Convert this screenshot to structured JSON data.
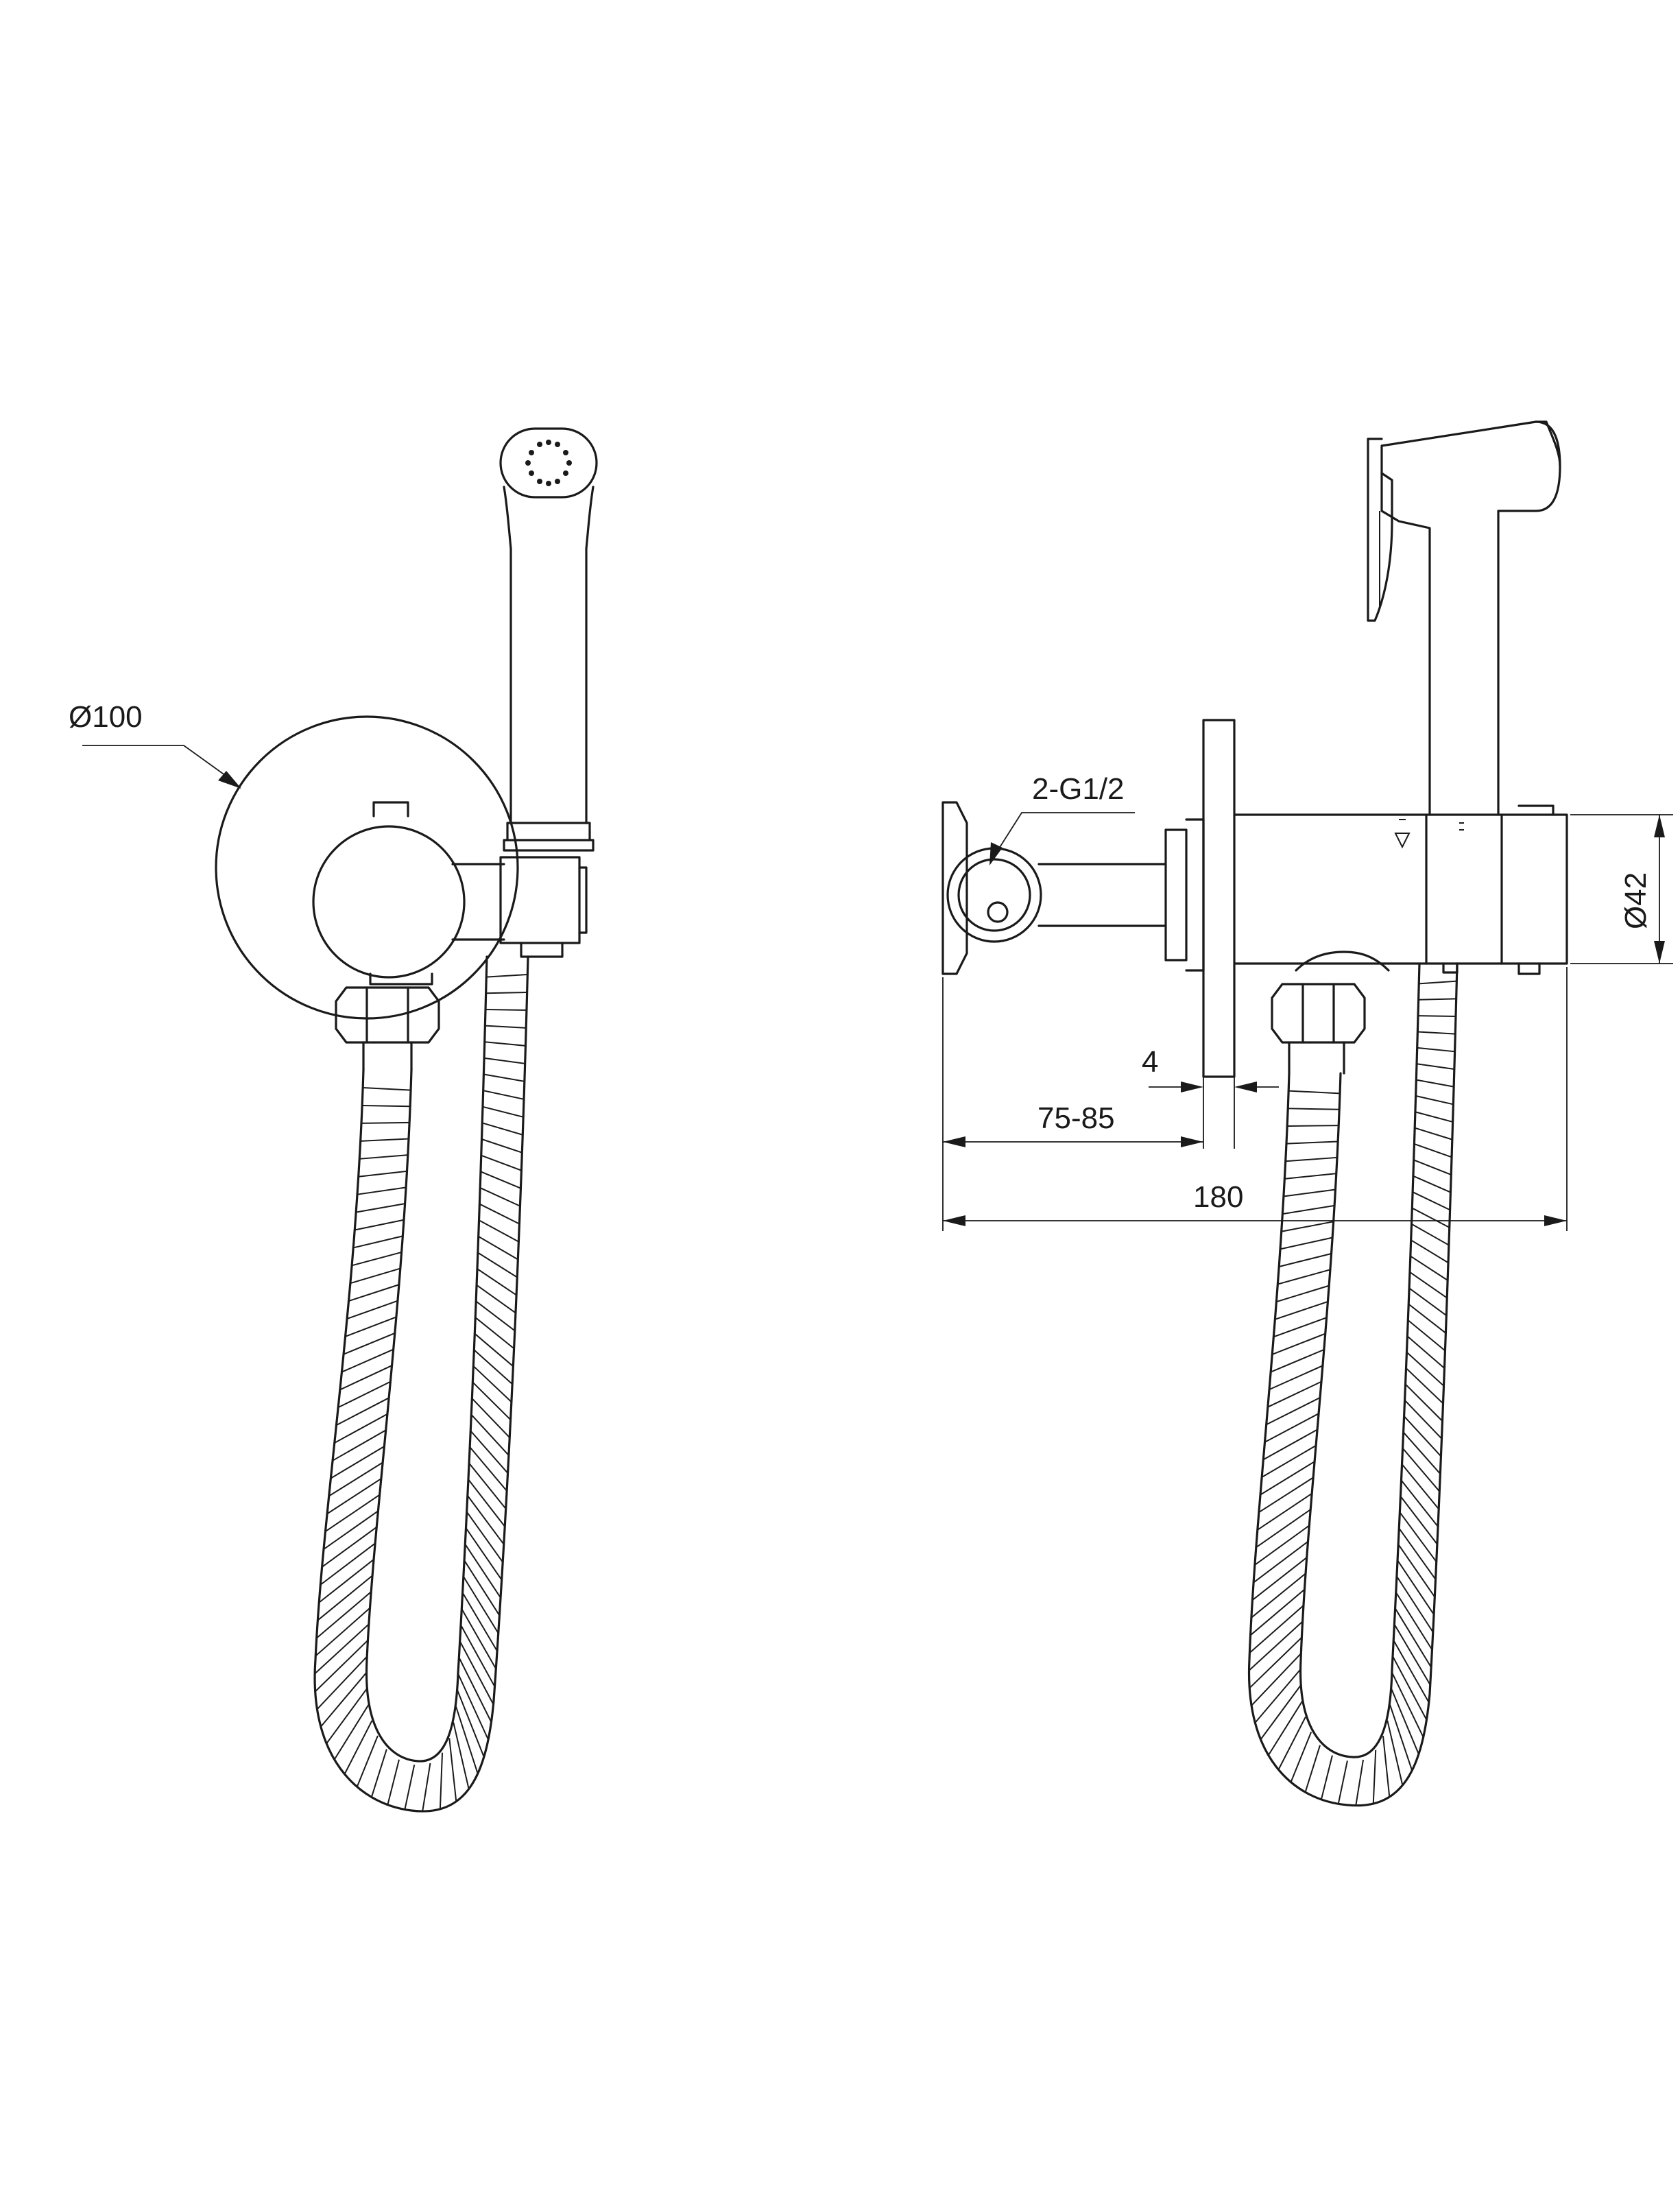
{
  "dimensions": {
    "plate_diameter": "Ø100",
    "connection": "2-G1/2",
    "plate_thickness": "4",
    "wall_depth": "75-85",
    "total_depth": "180",
    "body_diameter": "Ø42"
  },
  "colors": {
    "line": "#1a1a1a",
    "background": "#ffffff"
  }
}
